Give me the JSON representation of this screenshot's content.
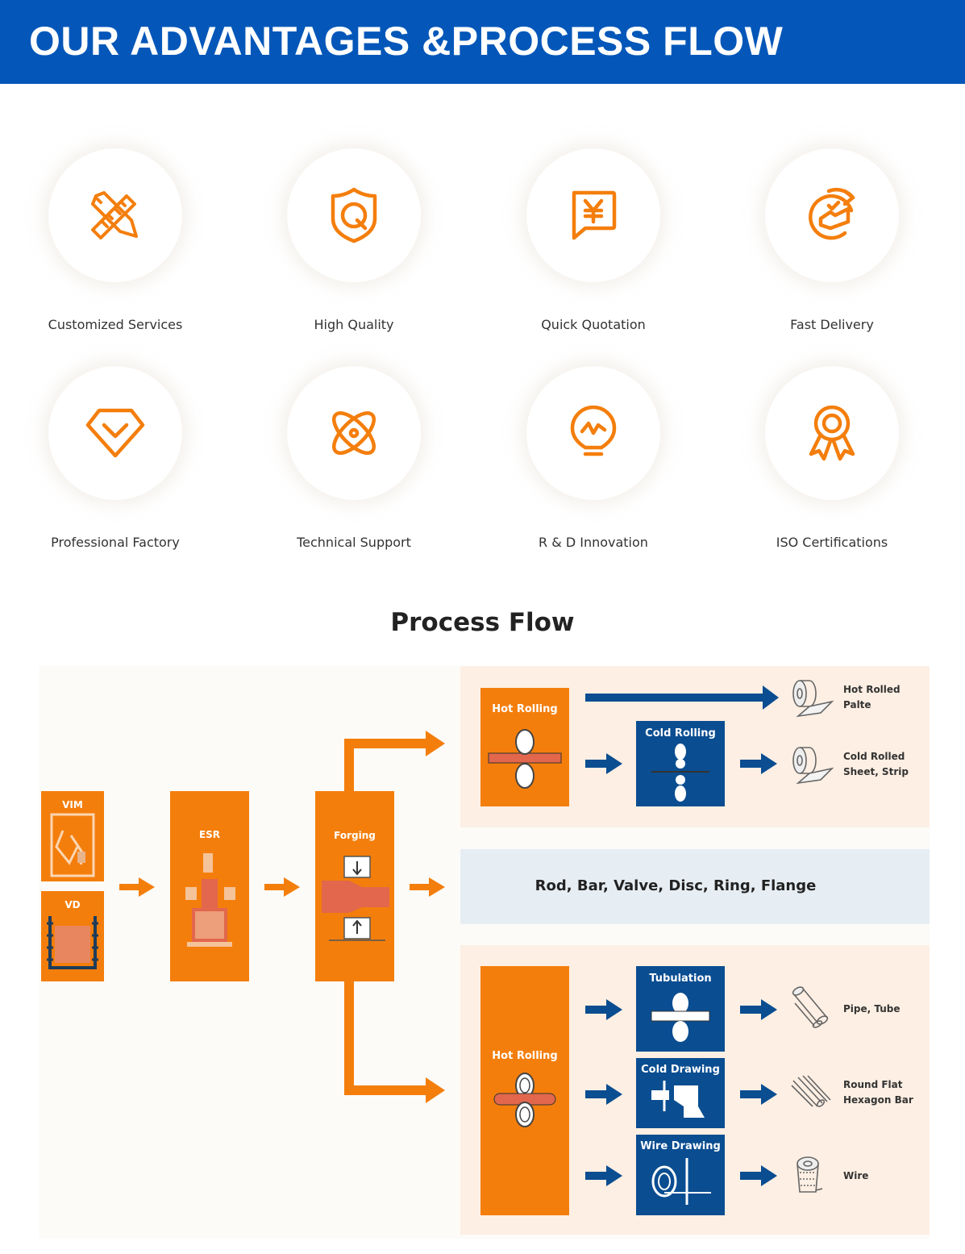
{
  "header": {
    "title": "OUR ADVANTAGES &PROCESS FLOW"
  },
  "advantages": [
    {
      "label": "Customized Services",
      "icon": "pencil-ruler-icon"
    },
    {
      "label": "High Quality",
      "icon": "shield-q-icon"
    },
    {
      "label": "Quick Quotation",
      "icon": "yen-chat-icon"
    },
    {
      "label": "Fast Delivery",
      "icon": "refresh-check-icon"
    },
    {
      "label": "Professional Factory",
      "icon": "diamond-check-icon"
    },
    {
      "label": "Technical Support",
      "icon": "atom-icon"
    },
    {
      "label": "R & D Innovation",
      "icon": "lightbulb-icon"
    },
    {
      "label": "ISO Certifications",
      "icon": "award-ribbon-icon"
    }
  ],
  "process": {
    "title": "Process Flow",
    "vim": "VIM",
    "vd": "VD",
    "esr": "ESR",
    "forging": "Forging",
    "top": {
      "hot_rolling": "Hot Rolling",
      "cold_rolling": "Cold Rolling",
      "out1_line1": "Hot Rolled",
      "out1_line2": "Palte",
      "out2_line1": "Cold Rolled",
      "out2_line2": "Sheet, Strip"
    },
    "middle": "Rod, Bar, Valve, Disc, Ring, Flange",
    "bottom": {
      "hot_rolling": "Hot Rolling",
      "tubulation": "Tubulation",
      "cold_drawing": "Cold Drawing",
      "wire_drawing": "Wire Drawing",
      "out1": "Pipe, Tube",
      "out2_line1": "Round Flat",
      "out2_line2": "Hexagon Bar",
      "out3": "Wire"
    }
  },
  "colors": {
    "brand_blue": "#0457b9",
    "orange": "#f47e0c",
    "navy": "#0a4d91",
    "peach": "#fdefe3",
    "ice": "#e6eef4"
  }
}
